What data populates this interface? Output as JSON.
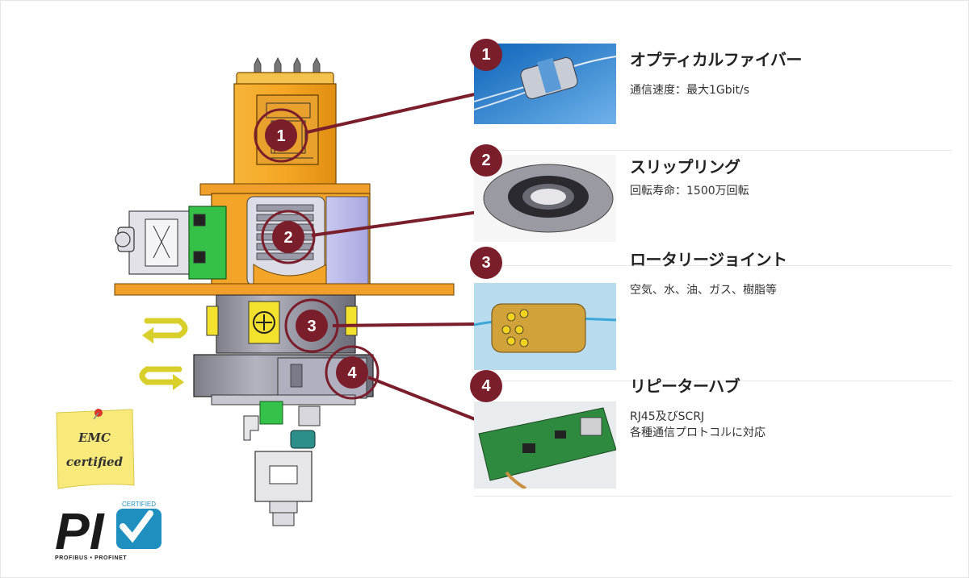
{
  "features": [
    {
      "number": "1",
      "title": "オプティカルファイバー",
      "desc_lines": [
        "通信速度：最大1Gbit/s"
      ],
      "thumb": "optical-fiber-rotary-joint-photo"
    },
    {
      "number": "2",
      "title": "スリップリング",
      "desc_lines": [
        "回転寿命：1500万回転"
      ],
      "thumb": "slip-ring-photo"
    },
    {
      "number": "3",
      "title": "ロータリージョイント",
      "desc_lines": [
        "空気、水、油、ガス、樹脂等"
      ],
      "thumb": "rotary-joint-photo"
    },
    {
      "number": "4",
      "title": "リピーターハブ",
      "desc_lines": [
        "RJ45及びSCRJ",
        "各種通信プロトコルに対応"
      ],
      "thumb": "repeater-hub-board-photo"
    }
  ],
  "diagram_markers": [
    "1",
    "2",
    "3",
    "4"
  ],
  "sticky_note": {
    "line1": "EMC",
    "line2": "certified"
  },
  "logo": {
    "letters": "PI",
    "ribbon": "CERTIFIED",
    "caption": "PROFIBUS • PROFINET"
  },
  "colors": {
    "accent": "#7b1e2b",
    "housing": "#f2a528",
    "plate": "#f0a02a",
    "motor": "#8c8c98"
  }
}
